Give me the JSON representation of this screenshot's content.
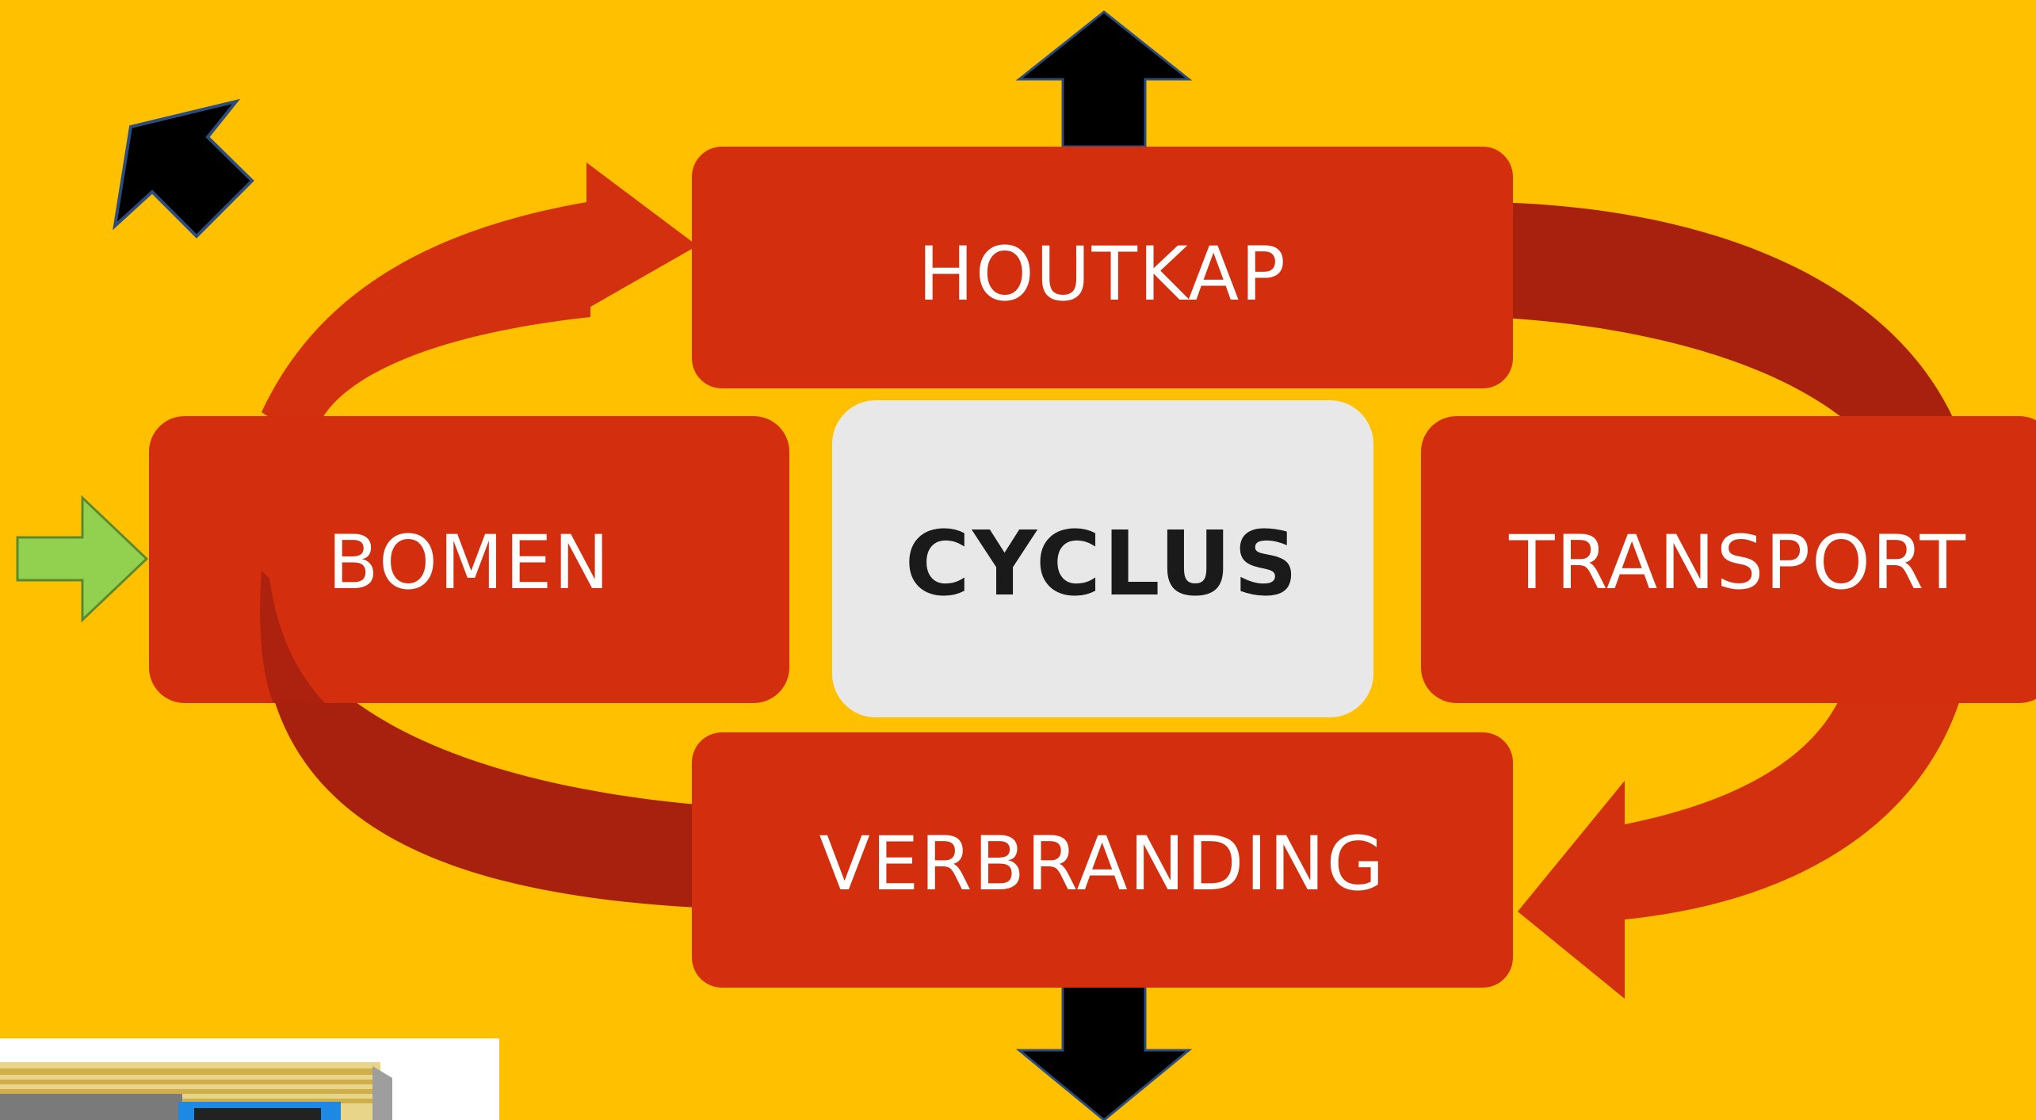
{
  "diagram": {
    "center_label": "CYCLUS",
    "steps": {
      "top": "HOUTKAP",
      "left": "BOMEN",
      "right": "TRANSPORT",
      "bottom": "VERBRANDING"
    }
  },
  "colors": {
    "background": "#FFC000",
    "box_red": "#D32F0F",
    "cycle_arrow_light": "#D3300F",
    "cycle_arrow_dark": "#A8210E",
    "center_box": "#E8E8E8",
    "center_text": "#1A1A1A",
    "input_arrow": "#92D050",
    "output_arrow": "#000000"
  },
  "icons": {
    "input_arrow": "arrow-right-icon",
    "up_output_arrow": "arrow-up-icon",
    "down_output_arrow": "arrow-down-icon",
    "corner_arrow": "arrow-up-left-icon"
  }
}
